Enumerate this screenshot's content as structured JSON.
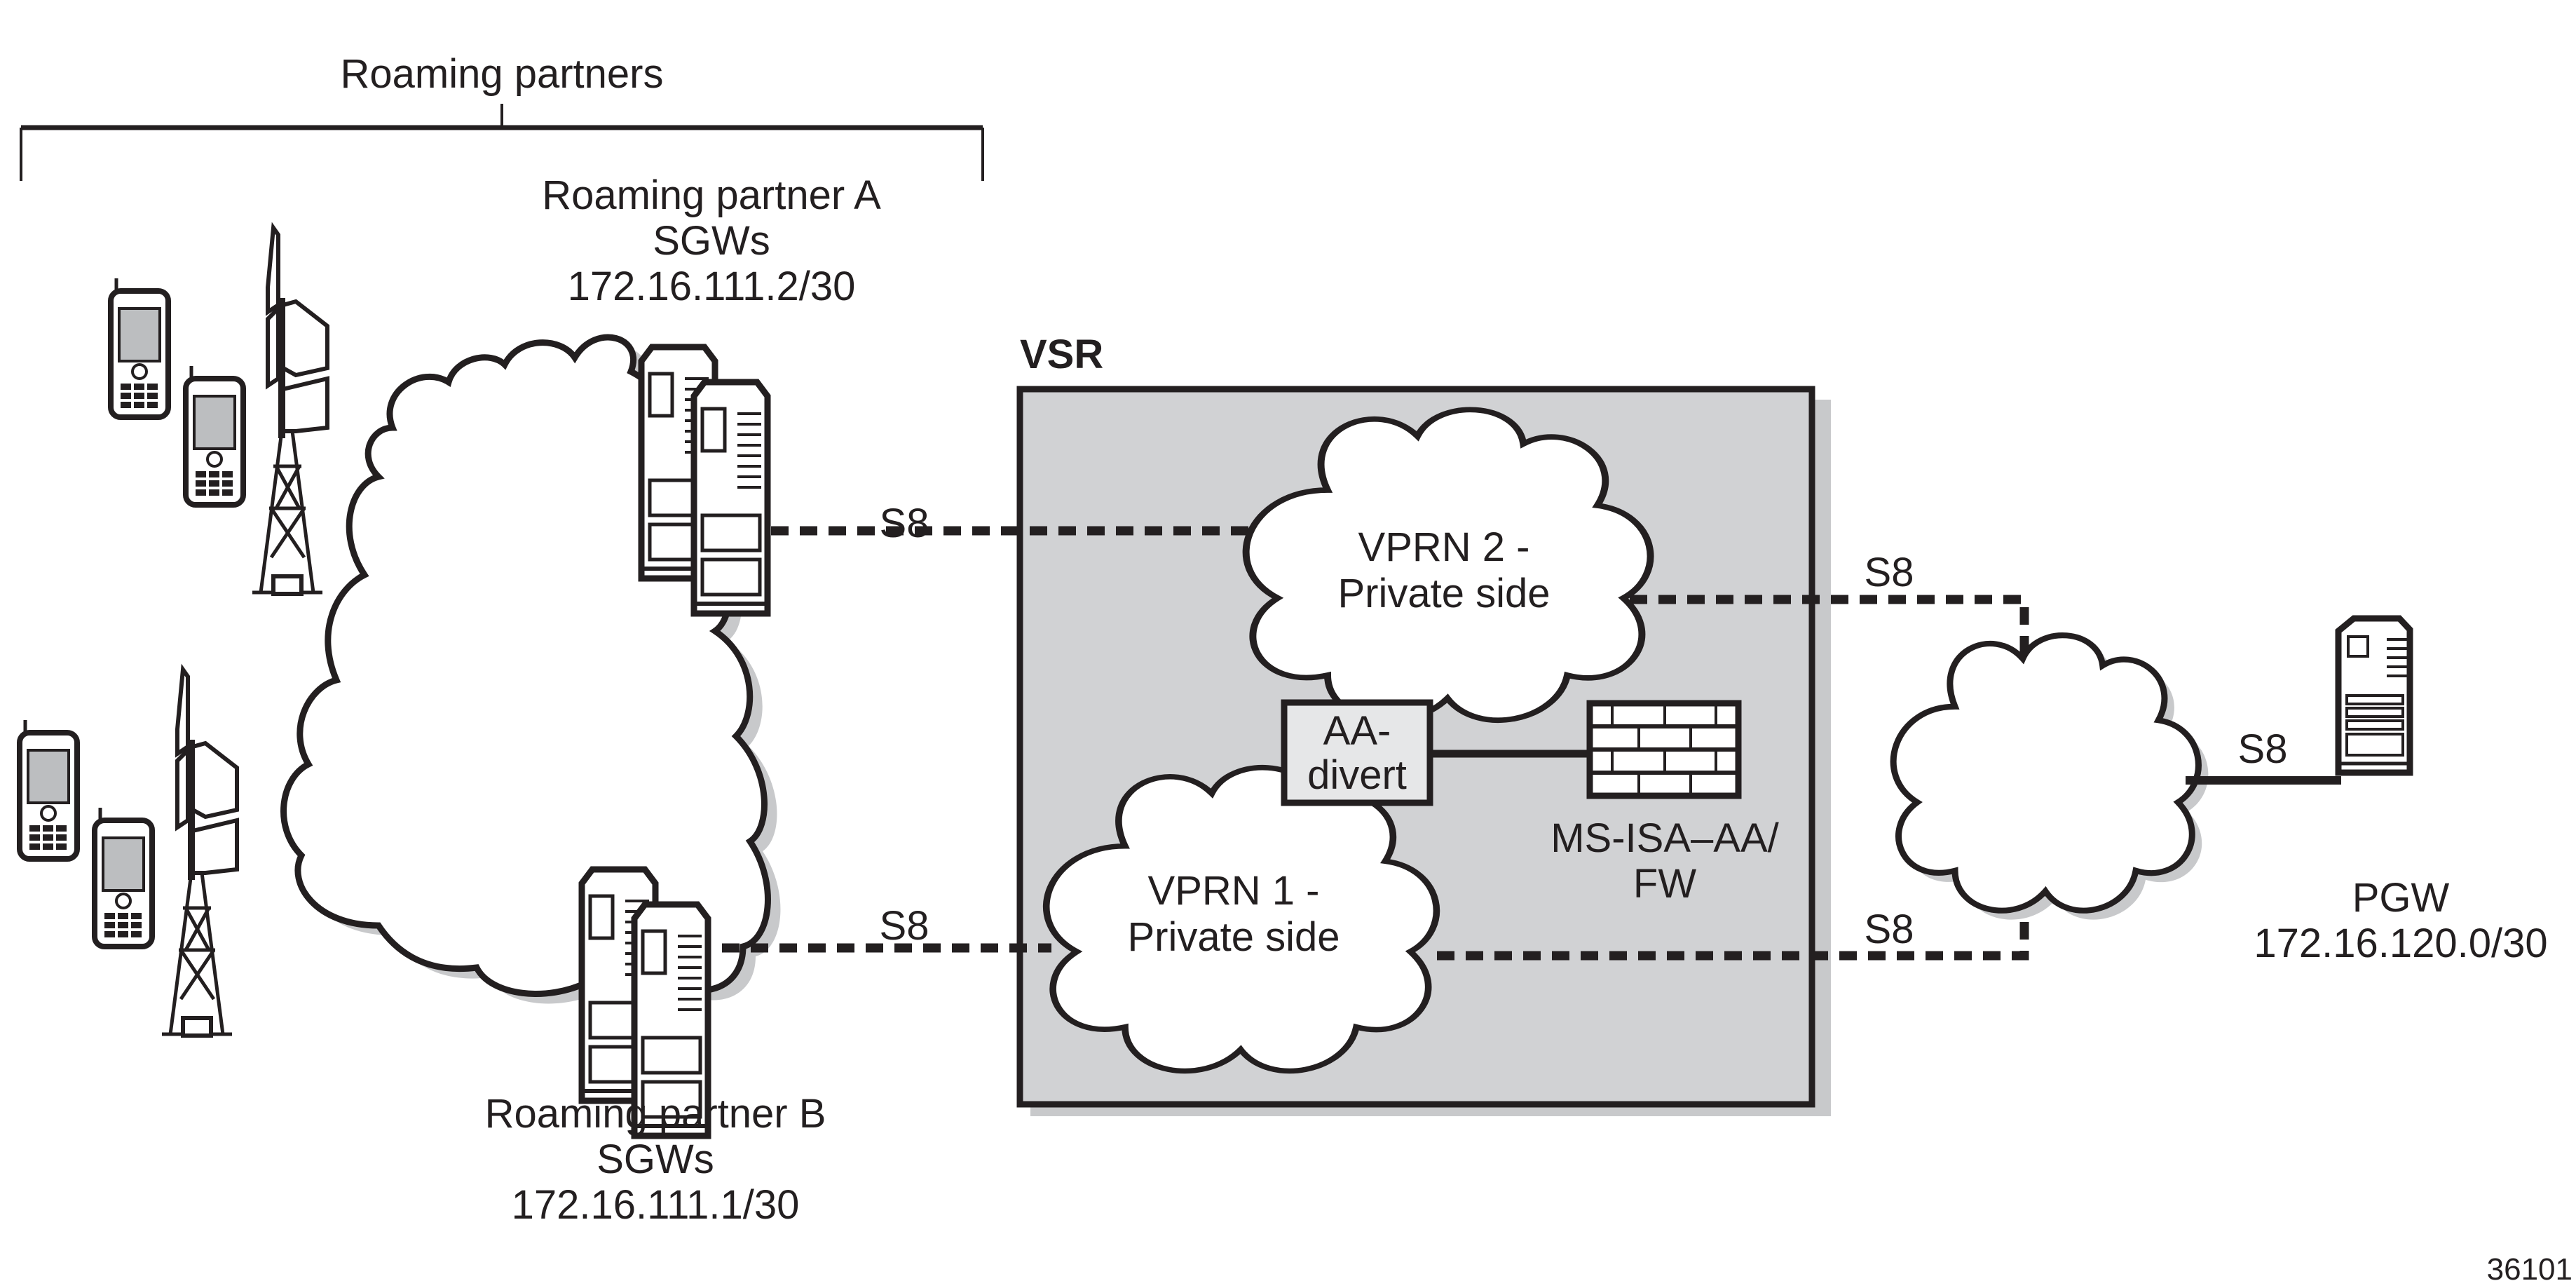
{
  "diagram": {
    "title_group": "Roaming partners",
    "partner_a": {
      "name": "Roaming partner A",
      "role": "SGWs",
      "address": "172.16.111.2/30"
    },
    "partner_b": {
      "name": "Roaming partner B",
      "role": "SGWs",
      "address": "172.16.111.1/30"
    },
    "vsr": {
      "label": "VSR",
      "vprn2": {
        "line1": "VPRN 2 -",
        "line2": "Private side"
      },
      "vprn1": {
        "line1": "VPRN 1 -",
        "line2": "Private side"
      },
      "aa_divert": {
        "line1": "AA-",
        "line2": "divert"
      },
      "ms_isa": {
        "line1": "MS-ISA–AA/",
        "line2": "FW"
      }
    },
    "pgw": {
      "name": "PGW",
      "address": "172.16.120.0/30"
    },
    "links": {
      "rpa_to_vprn2": "S8",
      "rpb_to_vprn1": "S8",
      "vprn2_to_cloud": "S8",
      "vprn1_to_cloud": "S8",
      "cloud_to_pgw": "S8"
    },
    "figure_id": "36101",
    "colors": {
      "ink": "#231f20",
      "vsr_fill": "#d1d2d4",
      "shadow": "#c8c9cb",
      "box_fill": "#e6e7e8",
      "screen": "#bcbec0"
    }
  }
}
